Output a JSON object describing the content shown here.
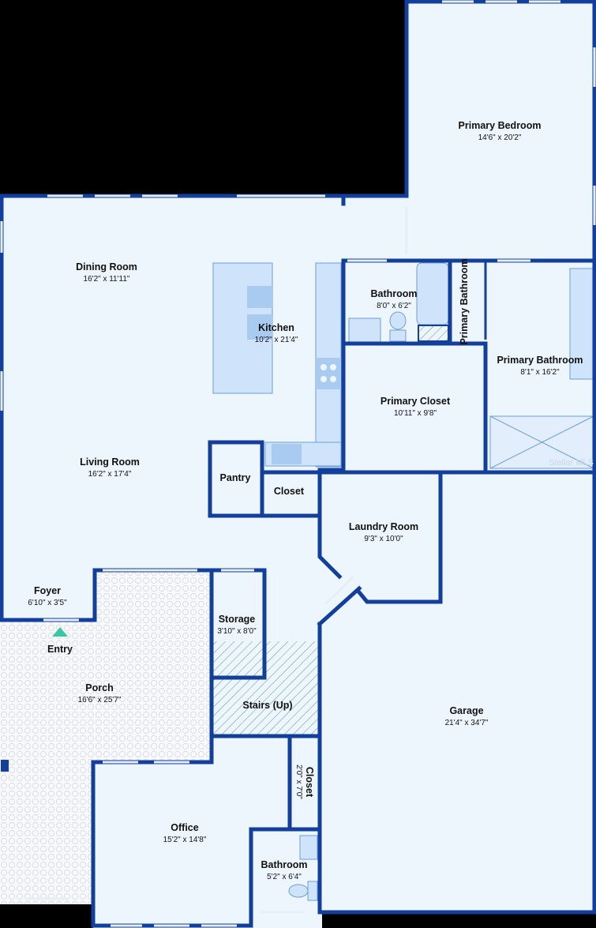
{
  "rooms": [
    {
      "id": "primary-bedroom",
      "name": "Primary Bedroom",
      "dims": "14'6\" x 20'2\""
    },
    {
      "id": "dining-room",
      "name": "Dining Room",
      "dims": "16'2\" x 11'11\""
    },
    {
      "id": "kitchen",
      "name": "Kitchen",
      "dims": "10'2\" x 21'4\""
    },
    {
      "id": "bathroom-1",
      "name": "Bathroom",
      "dims": "8'0\" x 6'2\""
    },
    {
      "id": "primary-bathroom-small",
      "name": "Primary Bathroom",
      "dims": ""
    },
    {
      "id": "primary-bathroom",
      "name": "Primary Bathroom",
      "dims": "8'1\" x 16'2\""
    },
    {
      "id": "primary-closet",
      "name": "Primary Closet",
      "dims": "10'11\" x 9'8\""
    },
    {
      "id": "living-room",
      "name": "Living Room",
      "dims": "16'2\" x 17'4\""
    },
    {
      "id": "pantry",
      "name": "Pantry",
      "dims": ""
    },
    {
      "id": "closet-1",
      "name": "Closet",
      "dims": ""
    },
    {
      "id": "laundry-room",
      "name": "Laundry Room",
      "dims": "9'3\" x 10'0\""
    },
    {
      "id": "foyer",
      "name": "Foyer",
      "dims": "6'10\" x 3'5\""
    },
    {
      "id": "entry",
      "name": "Entry",
      "dims": ""
    },
    {
      "id": "storage",
      "name": "Storage",
      "dims": "3'10\" x 8'0\""
    },
    {
      "id": "porch",
      "name": "Porch",
      "dims": "16'6\" x 25'7\""
    },
    {
      "id": "stairs",
      "name": "Stairs (Up)",
      "dims": ""
    },
    {
      "id": "garage",
      "name": "Garage",
      "dims": "21'4\" x 34'7\""
    },
    {
      "id": "closet-2",
      "name": "Closet",
      "dims": "2'0\" x 7'0\""
    },
    {
      "id": "office",
      "name": "Office",
      "dims": "15'2\" x 14'8\""
    },
    {
      "id": "bathroom-2",
      "name": "Bathroom",
      "dims": "5'2\" x 6'4\""
    }
  ],
  "watermark": "Stellar MLS",
  "colors": {
    "wall": "#123f9b",
    "floor": "#eef6fd",
    "fixture": "#cfe4fb",
    "background": "#000000"
  }
}
